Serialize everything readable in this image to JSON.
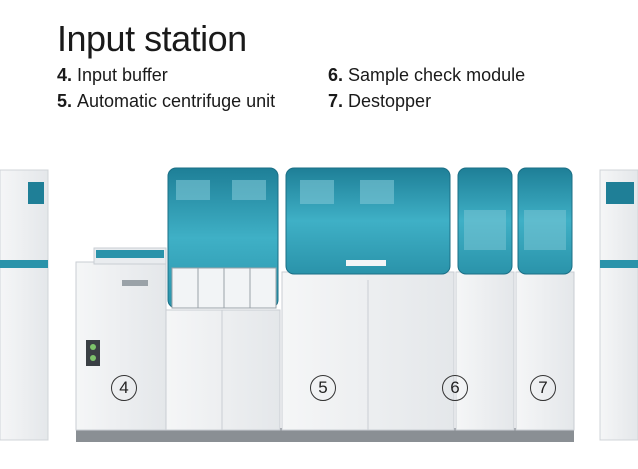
{
  "title": "Input station",
  "legend": [
    {
      "num": "4.",
      "label": "Input buffer"
    },
    {
      "num": "5.",
      "label": "Automatic centrifuge unit"
    },
    {
      "num": "6.",
      "label": "Sample check module"
    },
    {
      "num": "7.",
      "label": "Destopper"
    }
  ],
  "callouts": [
    "4",
    "5",
    "6",
    "7"
  ],
  "colors": {
    "cabinet": "#eef0f2",
    "cover_teal": "#2f9cb3",
    "cover_dark": "#1b6f86",
    "base": "#8a8f94"
  }
}
